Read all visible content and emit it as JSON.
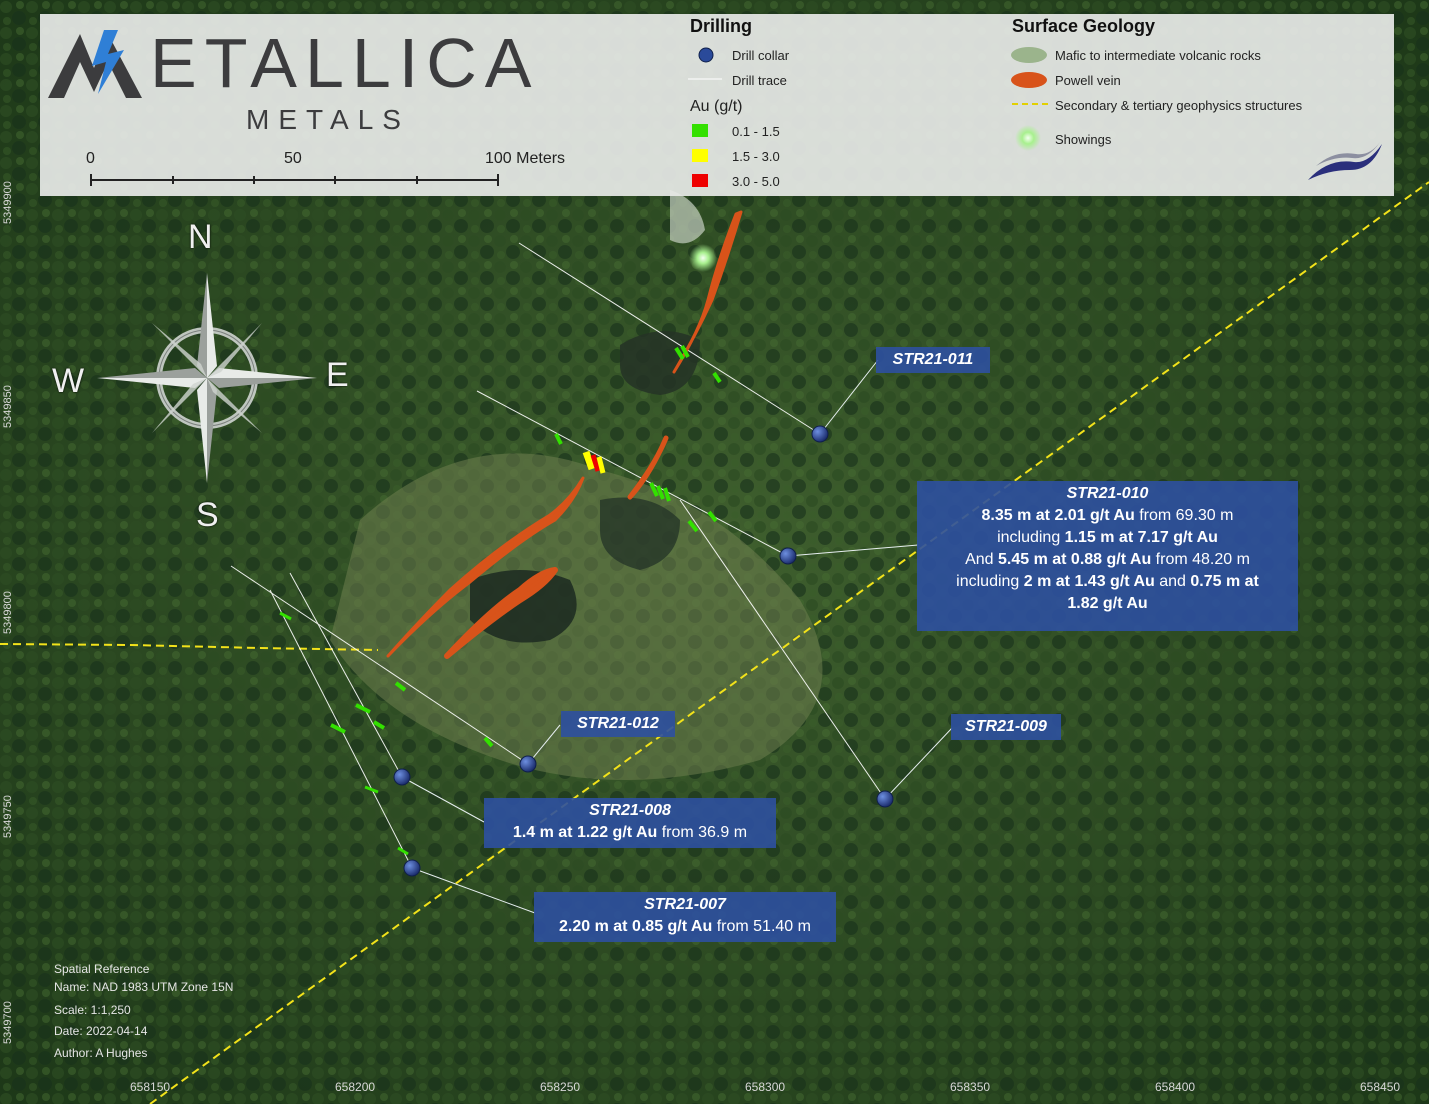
{
  "brand": {
    "name": "ETALLICA",
    "sub": "METALS",
    "logo_colors": {
      "m": "#3c3c3e",
      "bolt": "#2f7fd6"
    }
  },
  "scale_bar": {
    "labels": [
      "0",
      "50",
      "100 Meters"
    ]
  },
  "legend_drilling": {
    "title": "Drilling",
    "collar": "Drill collar",
    "trace": "Drill trace",
    "au_title": "Au (g/t)",
    "au_classes": [
      {
        "label": "0.1 - 1.5",
        "color": "#33e000"
      },
      {
        "label": "1.5 - 3.0",
        "color": "#ffff00"
      },
      {
        "label": "3.0 - 5.0",
        "color": "#ee0000"
      }
    ]
  },
  "legend_geology": {
    "title": "Surface Geology",
    "items": [
      {
        "label": "Mafic to intermediate volcanic rocks",
        "color": "#9bb48c"
      },
      {
        "label": "Powell vein",
        "color": "#d8531a"
      },
      {
        "label": "Secondary & tertiary geophysics structures",
        "color": "#f2e21a"
      },
      {
        "label": "Showings",
        "color": "#9ef08a"
      }
    ]
  },
  "compass": {
    "n": "N",
    "s": "S",
    "e": "E",
    "w": "W"
  },
  "callouts": {
    "str011": {
      "id": "STR21-011"
    },
    "str010": {
      "id": "STR21-010",
      "l1": {
        "a": "8.35 m at 2.01 g/t Au",
        "b": " from 69.30 m"
      },
      "l2": {
        "a": "including ",
        "b": "1.15 m at 7.17 g/t Au"
      },
      "l3": {
        "a": "And ",
        "b": "5.45 m at 0.88 g/t Au",
        "c": " from 48.20 m"
      },
      "l4": {
        "a": "including ",
        "b": "2 m at 1.43 g/t Au",
        "c": " and ",
        "d": "0.75 m at"
      },
      "l5": {
        "a": "1.82 g/t Au"
      }
    },
    "str012": {
      "id": "STR21-012"
    },
    "str009": {
      "id": "STR21-009"
    },
    "str008": {
      "id": "STR21-008",
      "l1": {
        "a": "1.4 m at 1.22 g/t Au",
        "b": " from 36.9 m"
      }
    },
    "str007": {
      "id": "STR21-007",
      "l1": {
        "a": "2.20 m at 0.85 g/t Au",
        "b": " from 51.40 m"
      }
    }
  },
  "spatial_reference": {
    "title": "Spatial Reference",
    "name": "Name: NAD 1983 UTM Zone 15N",
    "scale": "Scale: 1:1,250",
    "date": "Date: 2022-04-14",
    "author": "Author: A Hughes"
  },
  "x_ticks": [
    "658150",
    "658200",
    "658250",
    "658300",
    "658350",
    "658400",
    "658450"
  ],
  "y_ticks": [
    "5349900",
    "5349850",
    "5349800",
    "5349750",
    "5349700"
  ]
}
